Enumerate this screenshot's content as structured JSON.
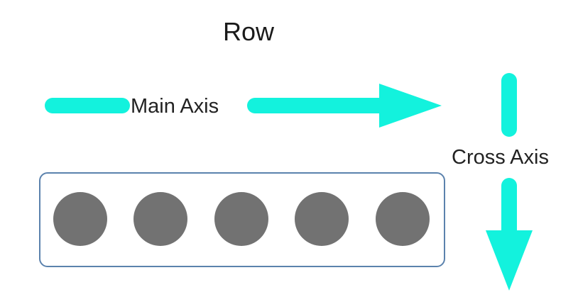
{
  "diagram": {
    "title": "Row",
    "main_axis_label": "Main Axis",
    "cross_axis_label": "Cross Axis",
    "item_count": 5,
    "colors": {
      "arrow": "#13f2dd",
      "item_fill": "#727272",
      "container_border": "#5b82ad"
    }
  }
}
